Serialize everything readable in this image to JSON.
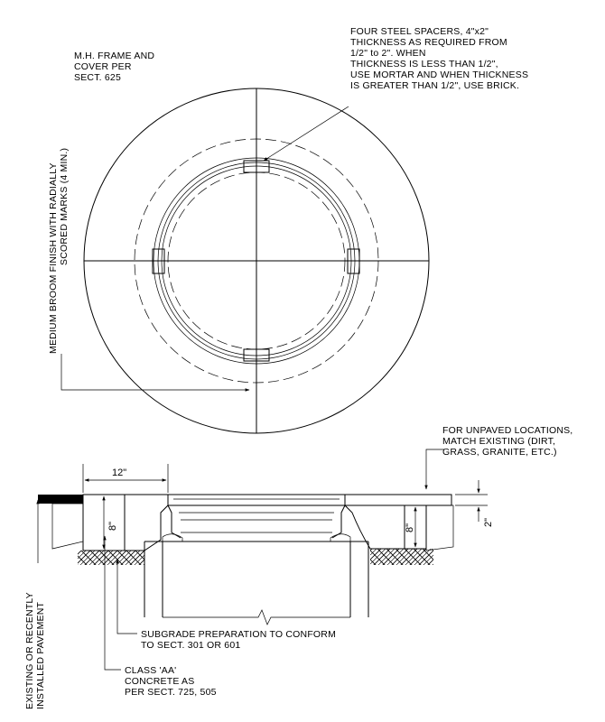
{
  "notes": {
    "spacers": [
      "FOUR STEEL SPACERS, 4\"x2\"",
      "THICKNESS AS REQUIRED FROM",
      "1/2\" to 2\".  WHEN",
      "THICKNESS IS LESS THAN 1/2\",",
      "USE MORTAR AND WHEN THICKNESS",
      "IS GREATER THAN 1/2\", USE BRICK."
    ],
    "frame": [
      "M.H. FRAME AND",
      "COVER PER",
      "SECT. 625"
    ],
    "broom": [
      "MEDIUM BROOM FINISH WITH RADIALLY",
      "SCORED MARKS (4 MIN.)"
    ],
    "unpaved": [
      "FOR UNPAVED LOCATIONS,",
      "MATCH EXISTING (DIRT,",
      "GRASS, GRANITE, ETC.)"
    ],
    "subgrade": [
      "SUBGRADE PREPARATION TO CONFORM",
      "TO SECT. 301 OR 601"
    ],
    "concrete": [
      "CLASS 'AA'",
      "CONCRETE AS",
      "PER SECT. 725, 505"
    ],
    "pavement": [
      "EXISTING OR RECENTLY",
      "INSTALLED PAVEMENT"
    ]
  },
  "dimensions": {
    "width_12": "12\"",
    "depth_8_left": "8\"",
    "depth_8_right": "8\"",
    "offset_2": "2\""
  }
}
